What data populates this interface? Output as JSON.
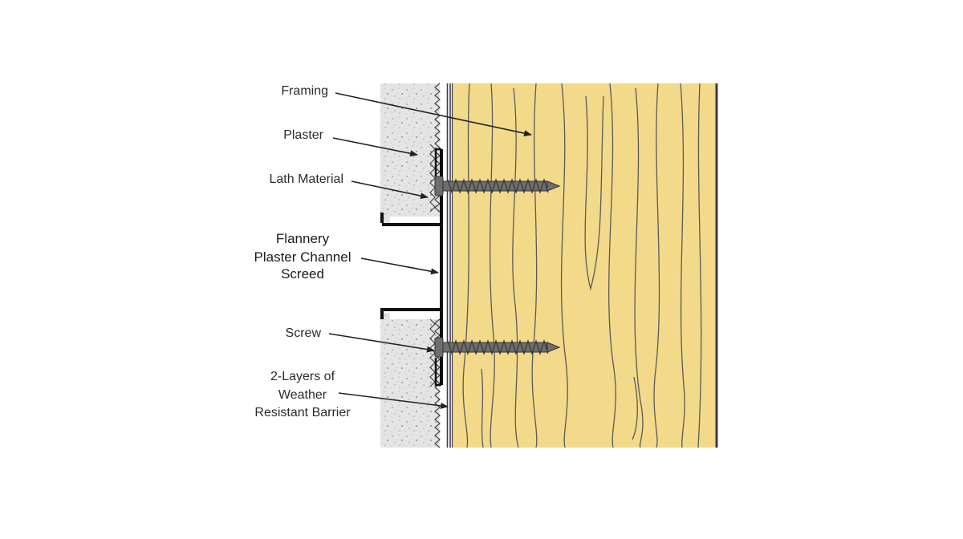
{
  "labels": {
    "framing": "Framing",
    "plaster": "Plaster",
    "lath": "Lath Material",
    "screed": [
      "Flannery",
      "Plaster Channel",
      "Screed"
    ],
    "screw": "Screw",
    "barrier": [
      "2-Layers of",
      "Weather",
      "Resistant Barrier"
    ]
  },
  "colors": {
    "wood": "#f3d98a",
    "wood_grain": "#5a5a5a",
    "plaster": "#e6e6e6",
    "metal": "#111111",
    "screw": "#6e6e6e",
    "text": "#2b2b2b"
  }
}
